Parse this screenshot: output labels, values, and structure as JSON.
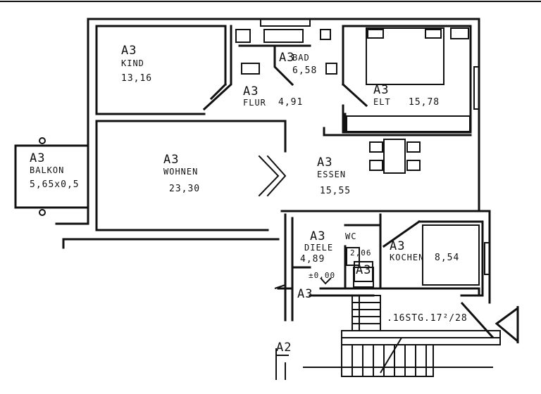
{
  "rooms": {
    "kind": {
      "unit": "A3",
      "name": "KIND",
      "area": "13,16"
    },
    "bad": {
      "unit": "A3",
      "name": "BAD",
      "area": "6,58"
    },
    "flur": {
      "unit": "A3",
      "name": "FLUR",
      "area": "4,91"
    },
    "elt": {
      "unit": "A3",
      "name": "ELT",
      "area": "15,78"
    },
    "balkon": {
      "unit": "A3",
      "name": "BALKON",
      "area": "5,65x0,5"
    },
    "wohnen": {
      "unit": "A3",
      "name": "WOHNEN",
      "area": "23,30"
    },
    "essen": {
      "unit": "A3",
      "name": "ESSEN",
      "area": "15,55"
    },
    "diele": {
      "unit": "A3",
      "name": "DIELE",
      "area": "4,89"
    },
    "wc": {
      "name": "WC",
      "area": "2,06"
    },
    "kochen": {
      "unit": "A3",
      "name": "KOCHEN",
      "area": "8,54"
    }
  },
  "markers": {
    "level": "±0,00",
    "unit_a3_box": "A3",
    "unit_a3_entry": "A3",
    "unit_a2": "A2",
    "stairs": ".16STG.17²/28"
  }
}
